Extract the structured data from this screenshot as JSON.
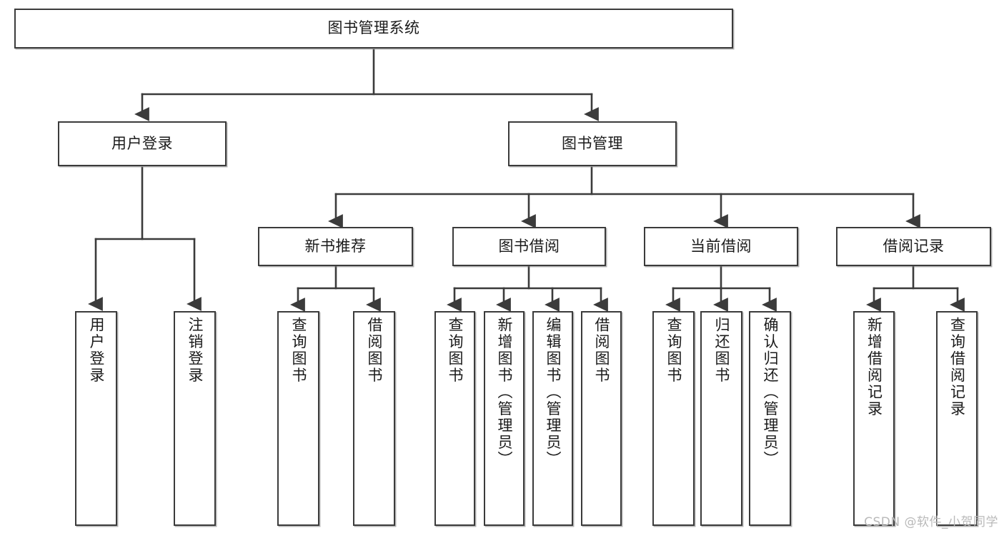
{
  "diagram": {
    "title": "图书管理系统",
    "type": "tree-hierarchy-diagram",
    "watermark": "CSDN @软件_小贺同学",
    "colors": {
      "border": "#3b3b3b",
      "background": "#ffffff",
      "text": "#1b1b1b",
      "edge": "#3b3b3b",
      "watermark": "#b9b9b9"
    },
    "nodes": {
      "root": {
        "label": "图书管理系统",
        "orientation": "horizontal"
      },
      "level2": [
        {
          "id": "user-login",
          "label": "用户登录",
          "orientation": "horizontal"
        },
        {
          "id": "book-manage",
          "label": "图书管理",
          "orientation": "horizontal"
        }
      ],
      "level3": [
        {
          "id": "new-book-recommend",
          "label": "新书推荐",
          "orientation": "horizontal"
        },
        {
          "id": "book-borrow",
          "label": "图书借阅",
          "orientation": "horizontal"
        },
        {
          "id": "current-borrow",
          "label": "当前借阅",
          "orientation": "horizontal"
        },
        {
          "id": "borrow-record",
          "label": "借阅记录",
          "orientation": "horizontal"
        }
      ],
      "leaves": {
        "user-login": [
          {
            "id": "leaf-user-login",
            "label": "用户登录",
            "orientation": "vertical"
          },
          {
            "id": "leaf-logout-login",
            "label": "注销登录",
            "orientation": "vertical"
          }
        ],
        "new-book-recommend": [
          {
            "id": "leaf-query-book-1",
            "label": "查询图书",
            "orientation": "vertical"
          },
          {
            "id": "leaf-borrow-book-1",
            "label": "借阅图书",
            "orientation": "vertical"
          }
        ],
        "book-borrow": [
          {
            "id": "leaf-query-book-2",
            "label": "查询图书",
            "orientation": "vertical"
          },
          {
            "id": "leaf-add-book",
            "label": "新增图书（管理员）",
            "orientation": "vertical"
          },
          {
            "id": "leaf-edit-book",
            "label": "编辑图书（管理员）",
            "orientation": "vertical"
          },
          {
            "id": "leaf-borrow-book-2",
            "label": "借阅图书",
            "orientation": "vertical"
          }
        ],
        "current-borrow": [
          {
            "id": "leaf-query-book-3",
            "label": "查询图书",
            "orientation": "vertical"
          },
          {
            "id": "leaf-return-book",
            "label": "归还图书",
            "orientation": "vertical"
          },
          {
            "id": "leaf-confirm-return",
            "label": "确认归还（管理员）",
            "orientation": "vertical"
          }
        ],
        "borrow-record": [
          {
            "id": "leaf-add-borrow-record",
            "label": "新增借阅记录",
            "orientation": "vertical"
          },
          {
            "id": "leaf-query-borrow-record",
            "label": "查询借阅记录",
            "orientation": "vertical"
          }
        ]
      }
    }
  }
}
